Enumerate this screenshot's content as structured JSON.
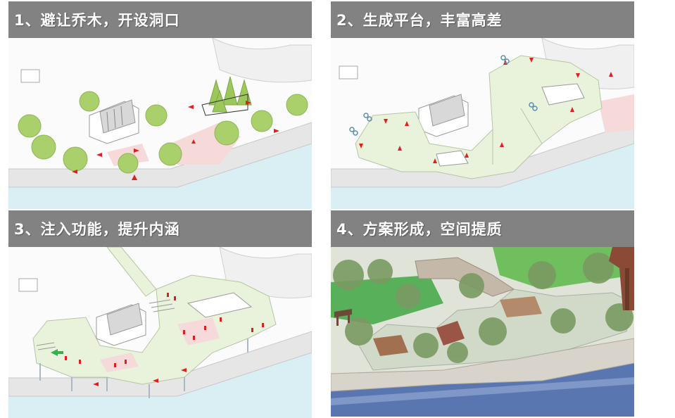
{
  "panels": [
    {
      "id": "p1",
      "title": "1、避让乔木，开设洞口"
    },
    {
      "id": "p2",
      "title": "2、生成平台，丰富高差"
    },
    {
      "id": "p3",
      "title": "3、注入功能，提升内涵"
    },
    {
      "id": "p4",
      "title": "4、方案形成，空间提质"
    }
  ],
  "colors": {
    "header": "#828282",
    "platform": "#e9f3dc",
    "tree": "#a9d06b",
    "water": "#d9eff4",
    "arrow": "#e51d1d",
    "pink": "#f6dada"
  }
}
